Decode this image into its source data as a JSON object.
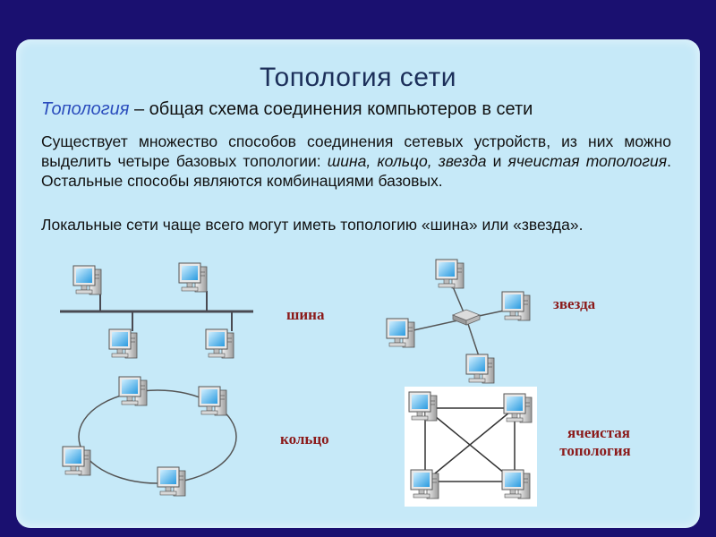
{
  "slide": {
    "title": "Топология сети",
    "definition": {
      "term": "Топология",
      "rest": " – общая схема соединения компьютеров в сети"
    },
    "paragraph1": {
      "part1": "Существует множество способов соединения сетевых устройств, из них можно выделить четыре базовых топологии: ",
      "t1": "шина, кольцо, звезда",
      "part2": " и ",
      "t2": "ячеистая топология",
      "part3": ". Остальные способы являются комбинациями базовых."
    },
    "paragraph2": "Локальные сети чаще всего могут иметь топологию «шина» или «звезда».",
    "labels": {
      "bus": "шина",
      "star": "звезда",
      "ring": "кольцо",
      "mesh_line1": "ячеистая",
      "mesh_line2": "топология"
    }
  },
  "colors": {
    "background": "#1a1070",
    "panel": "#c6e9f8",
    "term": "#2b4dbd",
    "label": "#8b1a1a"
  },
  "icons": [
    "computer-icon",
    "hub-icon"
  ]
}
